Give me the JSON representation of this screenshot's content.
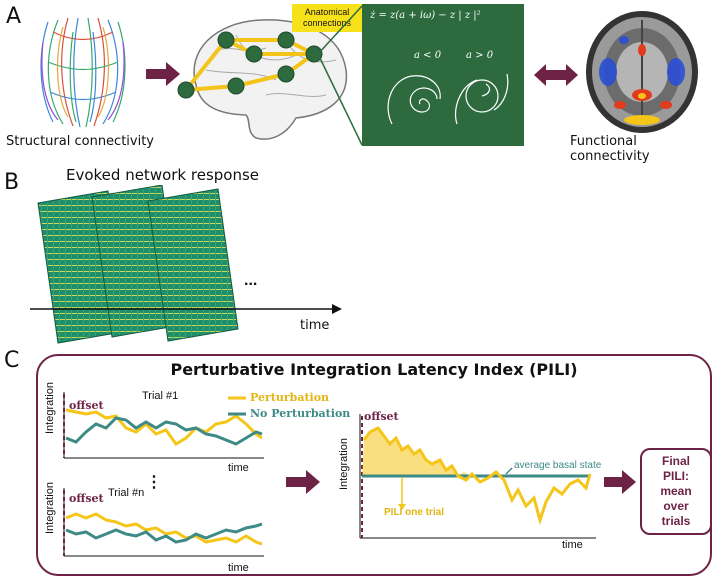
{
  "panel_a": {
    "letter": "A",
    "structural_caption": "Structural connectivity",
    "functional_caption": "Functional connectivity",
    "anatomical_label_line1": "Anatomical",
    "anatomical_label_line2": "connections",
    "equation": "ż = z(a + iω) − z | z |²",
    "regime_left": "a < 0",
    "regime_right": "a > 0"
  },
  "panel_b": {
    "letter": "B",
    "title": "Evoked network response",
    "ellipsis": "...",
    "axis_label": "time"
  },
  "panel_c": {
    "letter": "C",
    "title": "Perturbative Integration Latency Index (PILI)",
    "trial1_label": "Trial #1",
    "trialn_label": "Trial #n",
    "offset_label": "offset",
    "legend_perturbation": "Perturbation",
    "legend_no_perturbation": "No Perturbation",
    "ylabel": "Integration",
    "xlabel": "time",
    "vertical_ellipsis": "⋮",
    "basal_label": "average basal state",
    "pili_trial_label": "PILI one trial",
    "final_line1": "Final PILI:",
    "final_line2": "mean over",
    "final_line3": "trials"
  },
  "colors": {
    "maroon": "#6e2346",
    "yellow": "#f5c518",
    "teal": "#3d8a86",
    "dark_green": "#2d6a3e",
    "matrix_green": "#1f8f6a"
  }
}
